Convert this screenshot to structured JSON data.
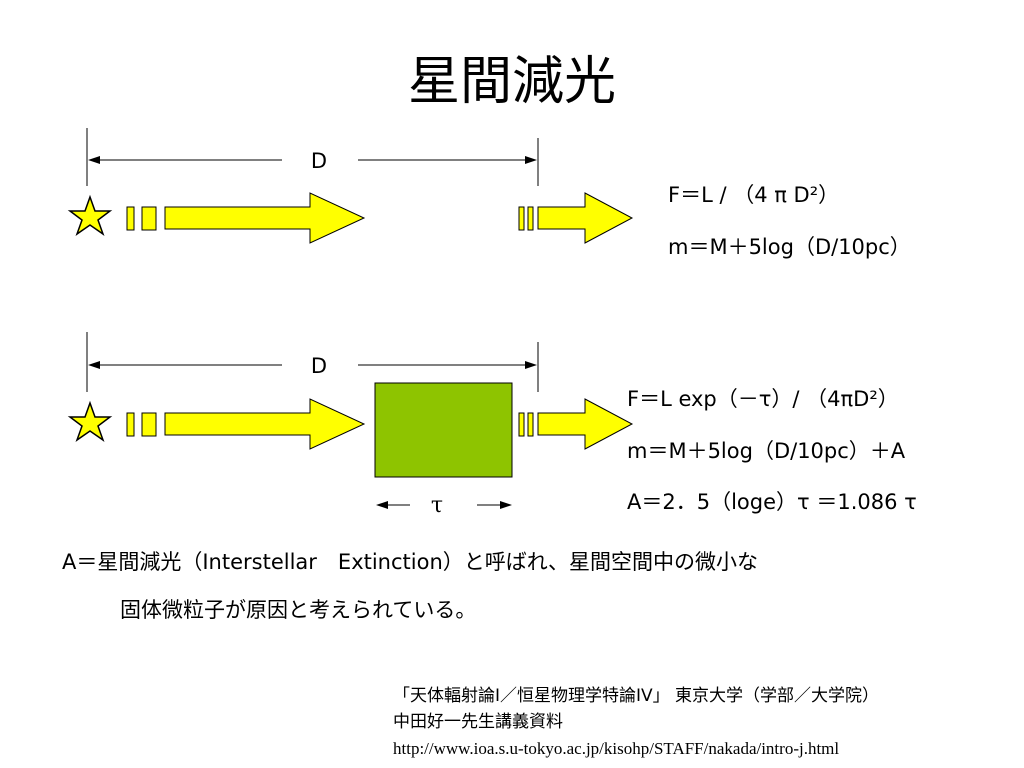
{
  "slide": {
    "title": "星間減光"
  },
  "diagram": {
    "distance_label": "D",
    "tau_label": "τ",
    "colors": {
      "arrow_fill": "#ffff00",
      "star_fill": "#ffff00",
      "cloud_fill": "#8ec400"
    }
  },
  "formulas": {
    "top_flux": "F＝L / （4 π D²）",
    "top_magnitude": "m＝M＋5log（D/10pc）",
    "bottom_flux": "F＝L exp（－τ）/ （4πD²）",
    "bottom_magnitude": "m＝M＋5log（D/10pc）＋A",
    "extinction": "A＝2．5（loge）τ ＝1.086 τ"
  },
  "description": {
    "line1": "A＝星間減光（Interstellar　Extinction）と呼ばれ、星間空間中の微小な",
    "line2": "固体微粒子が原因と考えられている。"
  },
  "credit": {
    "source": "「天体輻射論I／恒星物理学特論IV」 東京大学（学部／大学院）",
    "author": "中田好一先生講義資料",
    "url": "http://www.ioa.s.u-tokyo.ac.jp/kisohp/STAFF/nakada/intro-j.html"
  }
}
